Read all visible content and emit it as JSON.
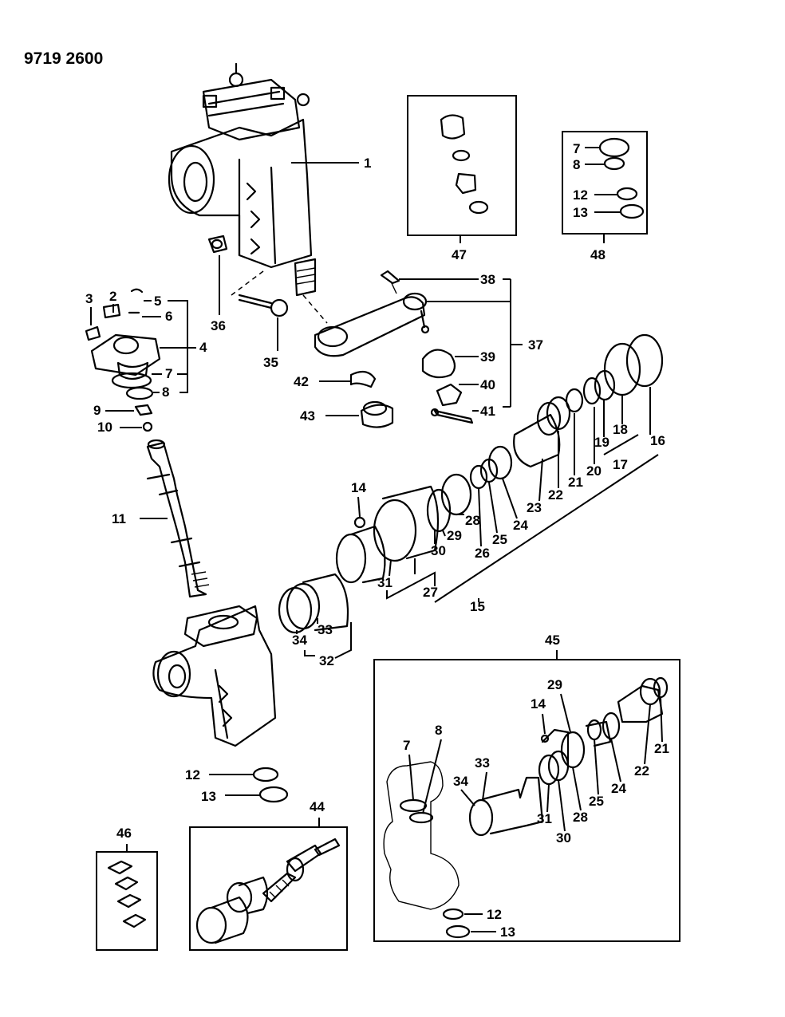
{
  "diagram_code": "9719 2600",
  "callouts": [
    "1",
    "2",
    "3",
    "4",
    "5",
    "6",
    "7",
    "8",
    "9",
    "10",
    "11",
    "12",
    "13",
    "14",
    "15",
    "16",
    "17",
    "18",
    "19",
    "20",
    "21",
    "22",
    "23",
    "24",
    "25",
    "26",
    "27",
    "28",
    "29",
    "30",
    "31",
    "32",
    "33",
    "34",
    "35",
    "36",
    "37",
    "38",
    "39",
    "40",
    "41",
    "42",
    "43",
    "44",
    "45",
    "46",
    "47",
    "48"
  ],
  "box45_callouts": [
    "7",
    "8",
    "14",
    "29",
    "33",
    "34",
    "31",
    "30",
    "28",
    "25",
    "24",
    "22",
    "21",
    "12",
    "13"
  ],
  "box47_label": "47",
  "box48_callouts": [
    "7",
    "8",
    "12",
    "13"
  ],
  "box48_label": "48",
  "bottom_left_callouts": [
    "12",
    "13"
  ]
}
